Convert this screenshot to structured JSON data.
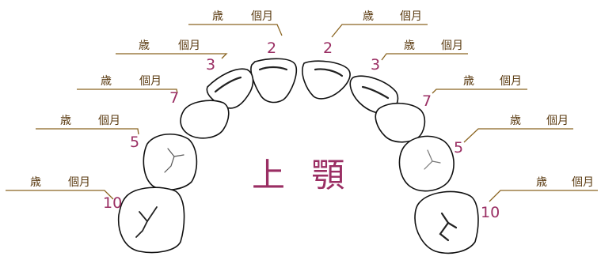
{
  "title": "上 顎",
  "unit_year": "歳",
  "unit_month": "個月",
  "teeth_numbers": {
    "left": [
      "2",
      "3",
      "7",
      "5",
      "10"
    ],
    "right": [
      "2",
      "3",
      "7",
      "5",
      "10"
    ]
  },
  "colors": {
    "leader_line": "#8a6420",
    "number": "#9a2e63",
    "label_text": "#5a3a10",
    "tooth_outline": "#111111"
  }
}
